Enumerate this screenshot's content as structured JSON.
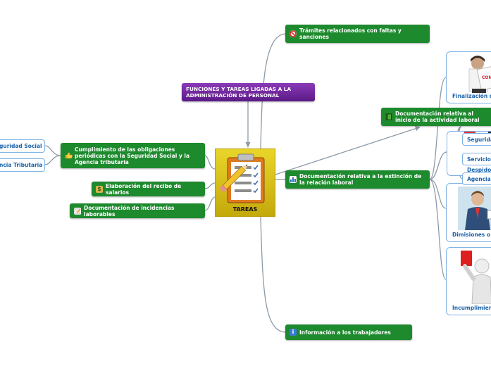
{
  "central": {
    "label": "TAREAS",
    "icon": "clipboard-checklist-pencil-icon"
  },
  "purple_topic": {
    "label": "FUNCIONES Y TAREAS LIGADAS A LA ADMINISTRACIÓN DE PERSONAL"
  },
  "topics": {
    "tramites": {
      "label": "Trámites relacionados con faltas y sanciones",
      "icon": "no-entry-icon"
    },
    "inicio": {
      "label": "Documentación relativa al inicio de la actividad laboral",
      "icon": "book-icon"
    },
    "extincion": {
      "label": "Documentación relativa a la extinción de la relación laboral",
      "icon": "bar-chart-icon"
    },
    "informacion": {
      "label": "Información a los trabajadores",
      "icon": "info-icon"
    },
    "cumplimiento": {
      "label": "Cumplimiento de las obligaciones periódicas con la Seguridad Social y la Agencia tributaria",
      "icon": "thumbs-up-icon"
    },
    "recibo": {
      "label": "Elaboración del recibo de salarios",
      "icon": "money-bag-icon"
    },
    "incidencias": {
      "label": "Documentación de incidencias laborables",
      "icon": "memo-icon"
    }
  },
  "left_pills": {
    "seguridad": "guridad Social",
    "agencia": "ncia Tributaria"
  },
  "right_pills": {
    "seguridad": "Segurida",
    "servicio": "Servicio",
    "agencia": "Agencia"
  },
  "cards": {
    "finalizacion": {
      "label": "Finalización d",
      "image": "contract-person-image"
    },
    "despidos": {
      "label": "Despidos"
    },
    "dimisiones": {
      "label": "Dimisiones o a",
      "image": "businessman-image"
    },
    "incumplimiento": {
      "label": "Incumplimien",
      "image": "red-card-figure-image"
    }
  }
}
